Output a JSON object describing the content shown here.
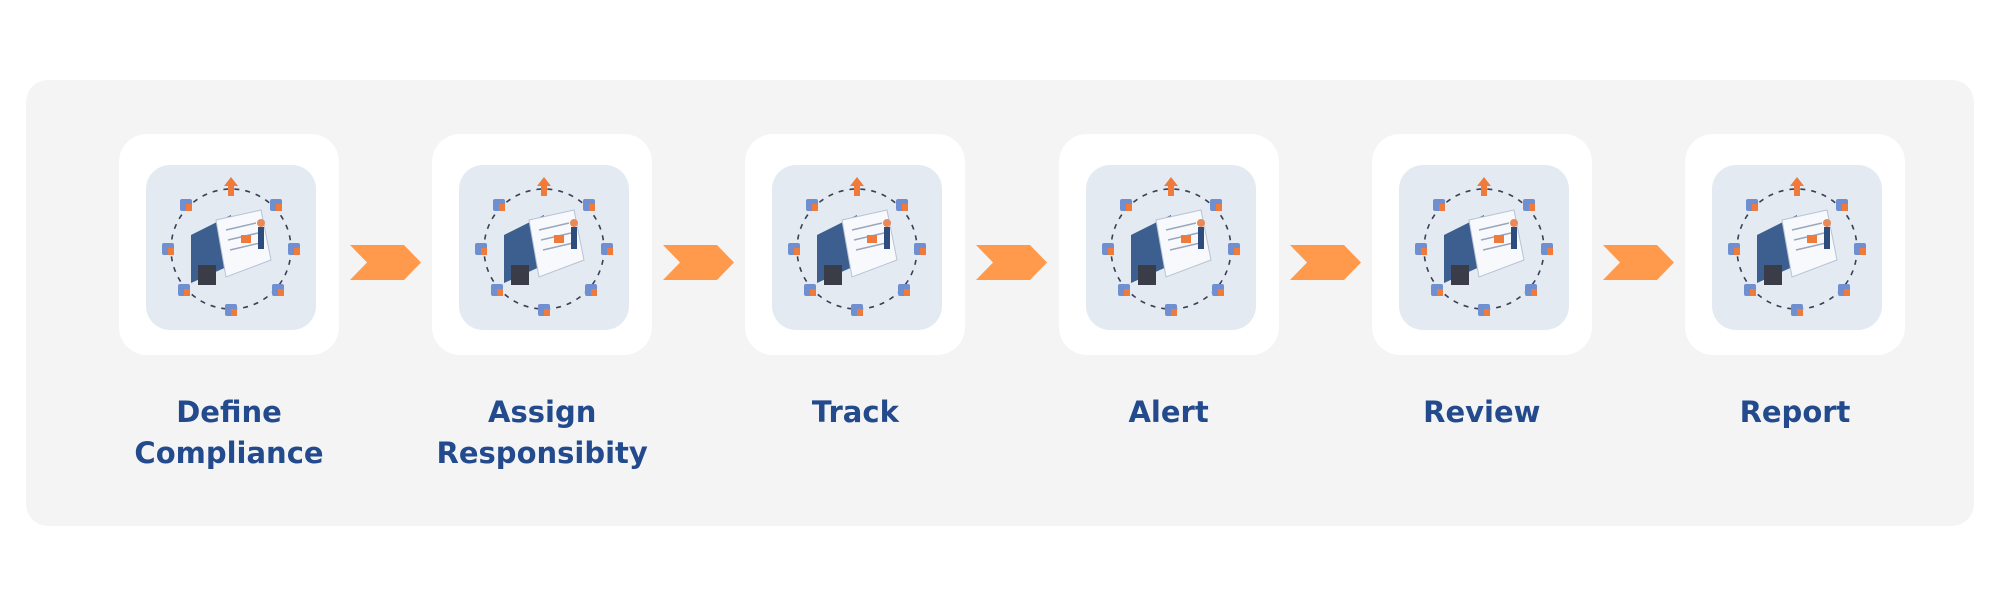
{
  "colors": {
    "accent": "#ff9a4d",
    "title": "#224a8c",
    "panel": "#f4f4f4",
    "tile": "#e4eaf2"
  },
  "steps": [
    {
      "label_line1": "Define",
      "label_line2": "Compliance",
      "icon": "define-compliance-illustration"
    },
    {
      "label_line1": "Assign",
      "label_line2": "Responsibity",
      "icon": "assign-responsibility-illustration"
    },
    {
      "label_line1": "Track",
      "label_line2": "",
      "icon": "track-illustration"
    },
    {
      "label_line1": "Alert",
      "label_line2": "",
      "icon": "alert-illustration"
    },
    {
      "label_line1": "Review",
      "label_line2": "",
      "icon": "review-illustration"
    },
    {
      "label_line1": "Report",
      "label_line2": "",
      "icon": "report-illustration"
    }
  ]
}
